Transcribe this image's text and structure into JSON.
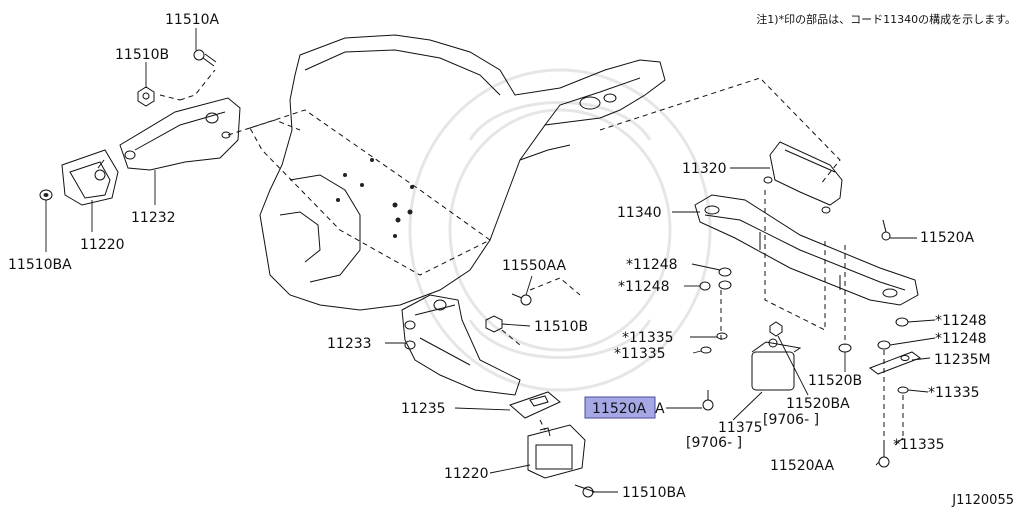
{
  "note": "注1)*印の部品は、コード11340の構成を示します。",
  "diagram_code": "J1120055",
  "highlight_color": "#a6a8e6",
  "labels": {
    "p11510A": "11510A",
    "p11510B_left": "11510B",
    "p11510BA_left": "11510BA",
    "p11220_left": "11220",
    "p11232": "11232",
    "p11550AA": "11550AA",
    "p11510B_mid": "11510B",
    "p11233": "11233",
    "p11235": "11235",
    "p11220_bottom": "11220",
    "p11510BA_bottom": "11510BA",
    "p11320": "11320",
    "p11340": "11340",
    "p11520A_right": "11520A",
    "p11248_a": "*11248",
    "p11248_b": "*11248",
    "p11335_a": "*11335",
    "p11335_b": "*11335",
    "p11520A_highlight": "11520A",
    "p11520A_suffix": "A",
    "p11375": "11375",
    "p11375_range": "[9706-    ]",
    "p11520BA": "11520BA",
    "p11520BA_range": "[9706-    ]",
    "p11520B": "11520B",
    "p11248_c": "*11248",
    "p11248_d": "*11248",
    "p11235M": "11235M",
    "p11335_c": "*11335",
    "p11335_d": "*11335",
    "p11520AA": "11520AA"
  }
}
